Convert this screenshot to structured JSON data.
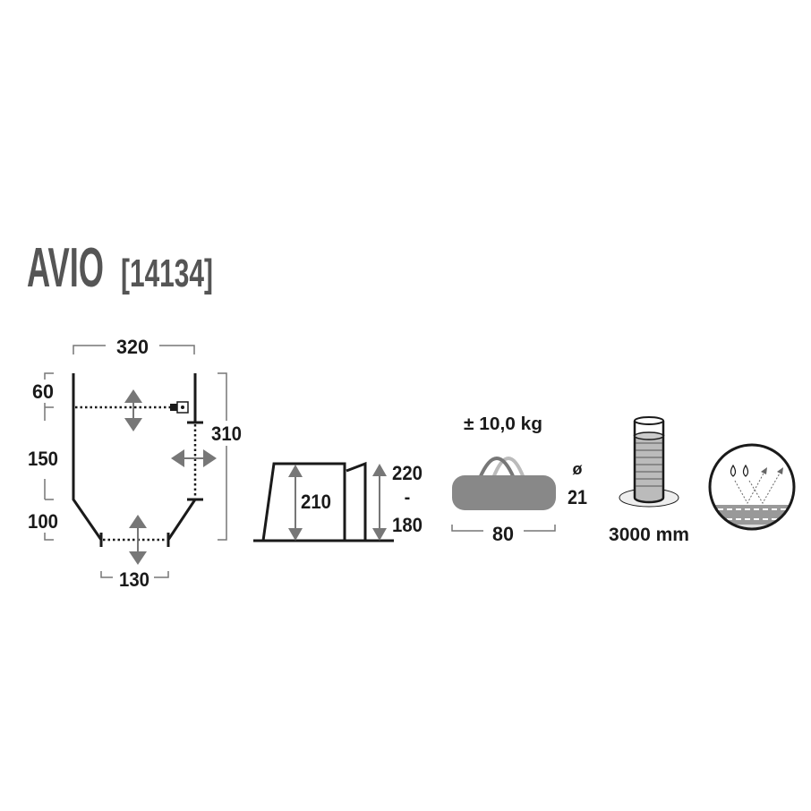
{
  "title": {
    "name": "AVIO",
    "code": "[14134]"
  },
  "floor_plan": {
    "width": "320",
    "depth": "310",
    "bottom_width": "130",
    "segment_top": "60",
    "segment_middle": "150",
    "segment_bottom": "100"
  },
  "side_view": {
    "inner_height": "210",
    "outer_height_max": "220",
    "separator": "-",
    "outer_height_min": "180"
  },
  "pack": {
    "weight": "± 10,0 kg",
    "diameter_symbol": "ø",
    "diameter": "21",
    "length": "80"
  },
  "water_column": {
    "value": "3000 mm"
  },
  "colors": {
    "text": "#1a1a1a",
    "arrow": "#777777",
    "bag": "#888888",
    "handle_light": "#bbbbbb"
  }
}
